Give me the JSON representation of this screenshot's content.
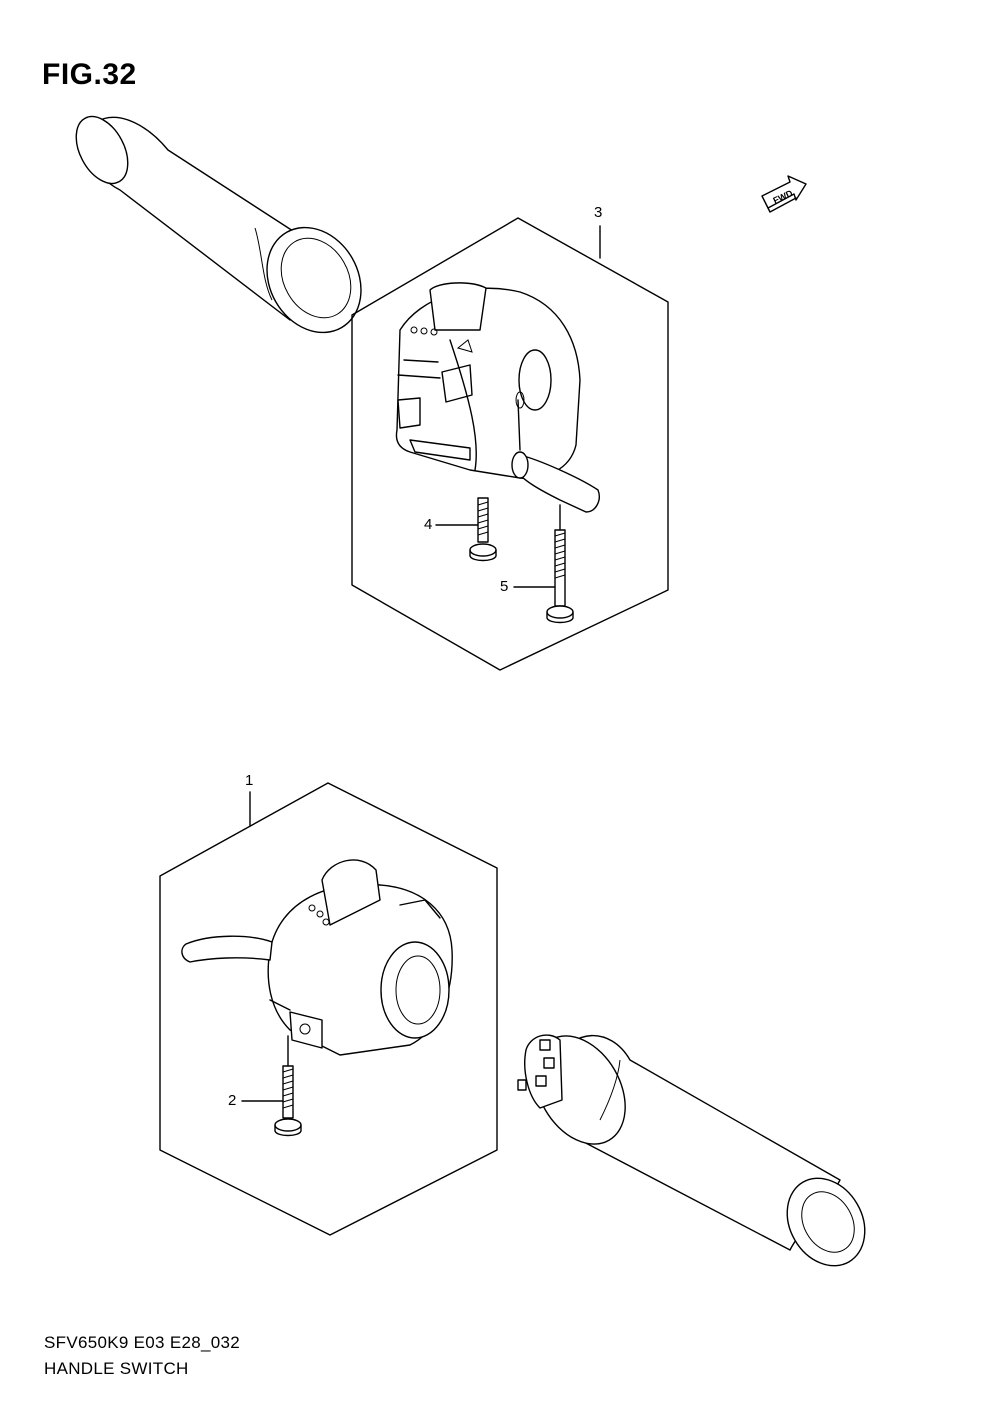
{
  "figure": {
    "title": "FIG.32"
  },
  "fwd_badge": {
    "label": "FWD"
  },
  "callouts": [
    {
      "id": "1",
      "label": "1"
    },
    {
      "id": "2",
      "label": "2"
    },
    {
      "id": "3",
      "label": "3"
    },
    {
      "id": "4",
      "label": "4"
    },
    {
      "id": "5",
      "label": "5"
    }
  ],
  "footer": {
    "model_code": "SFV650K9 E03 E28_032",
    "section_name": "HANDLE SWITCH"
  }
}
